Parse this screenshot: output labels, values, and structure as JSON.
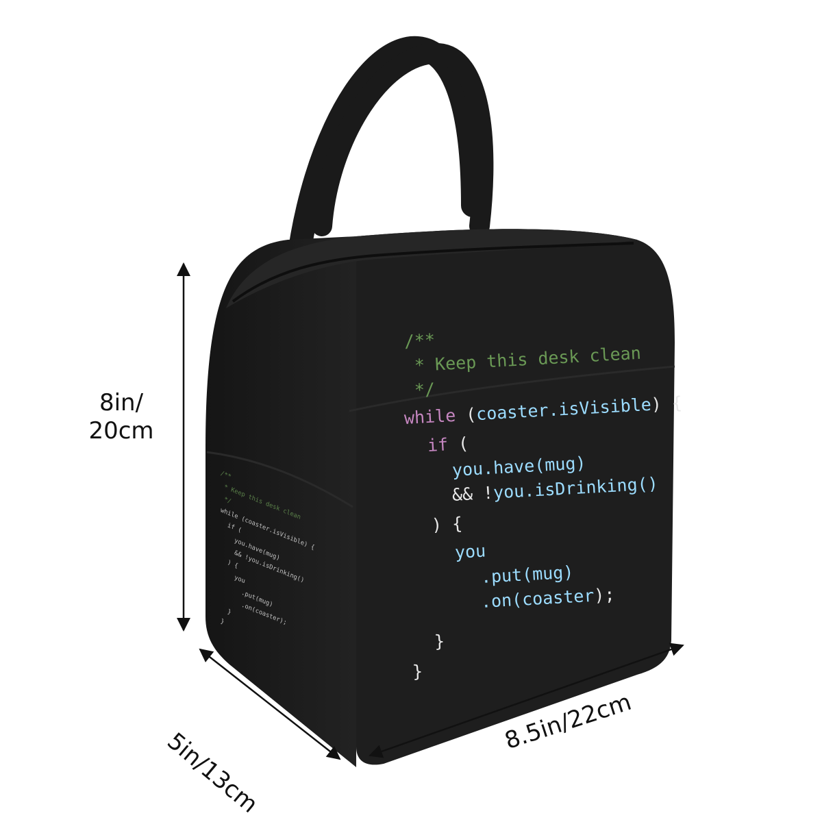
{
  "dimensions": {
    "height": [
      "8in/",
      "20cm"
    ],
    "depth": "5in/13cm",
    "width": "8.5in/22cm"
  },
  "colors": {
    "bag": "#1e1e1e",
    "comment": "#6a9955",
    "keyword": "#c586c0",
    "identifier": "#9cdcfe",
    "plain": "#e8e8e8",
    "arrow": "#111111"
  },
  "code_lines": [
    {
      "text": "/**",
      "color": "comment",
      "indent": 0
    },
    {
      "text": " * Keep this desk clean",
      "color": "comment",
      "indent": 0
    },
    {
      "text": " */",
      "color": "comment",
      "indent": 0
    },
    {
      "parts": [
        {
          "text": "while ",
          "color": "keyword"
        },
        {
          "text": "(",
          "color": "plain"
        },
        {
          "text": "coaster.isVisible",
          "color": "identifier"
        },
        {
          "text": ") {",
          "color": "plain"
        }
      ],
      "indent": 0
    },
    {
      "parts": [
        {
          "text": "if ",
          "color": "keyword"
        },
        {
          "text": "(",
          "color": "plain"
        }
      ],
      "indent": 1
    },
    {
      "parts": [
        {
          "text": "you.have(mug)",
          "color": "identifier"
        }
      ],
      "indent": 2
    },
    {
      "parts": [
        {
          "text": "&& !",
          "color": "plain"
        },
        {
          "text": "you.isDrinking()",
          "color": "identifier"
        }
      ],
      "indent": 2
    },
    {
      "parts": [
        {
          "text": ") {",
          "color": "plain"
        }
      ],
      "indent": 1
    },
    {
      "parts": [
        {
          "text": "you",
          "color": "identifier"
        }
      ],
      "indent": 2
    },
    {
      "parts": [
        {
          "text": ".put(mug)",
          "color": "identifier"
        }
      ],
      "indent": 3
    },
    {
      "parts": [
        {
          "text": ".on(",
          "color": "identifier"
        },
        {
          "text": "coaster",
          "color": "identifier"
        },
        {
          "text": ");",
          "color": "plain"
        }
      ],
      "indent": 3
    },
    {
      "parts": [
        {
          "text": "}",
          "color": "plain"
        }
      ],
      "indent": 1
    },
    {
      "parts": [
        {
          "text": "}",
          "color": "plain"
        }
      ],
      "indent": 0
    }
  ],
  "side_code_lines": [
    "/**",
    " * Keep this desk clean",
    " */",
    "while (coaster.isVisible) {",
    "  if (",
    "    you.have(mug)",
    "    && !you.isDrinking()",
    "  ) {",
    "    you",
    "      .put(mug)",
    "      .on(coaster);",
    "  }",
    "}"
  ]
}
